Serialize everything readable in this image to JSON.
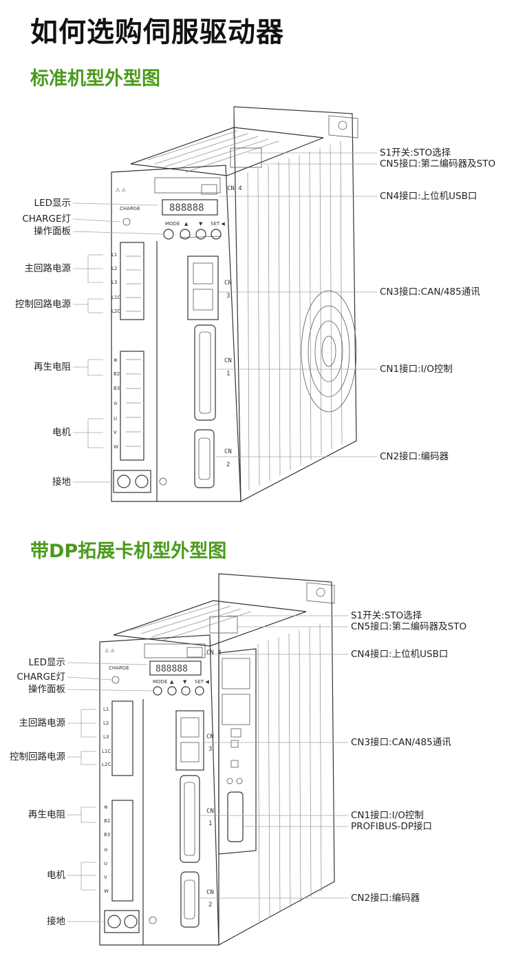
{
  "title": "如何选购伺服驱动器",
  "section1": {
    "heading": "标准机型外型图",
    "left_labels": [
      "LED显示",
      "CHARGE灯",
      "操作面板",
      "主回路电源",
      "控制回路电源",
      "再生电阻",
      "电机",
      "接地"
    ],
    "right_labels": [
      "S1开关:STO选择",
      "CN5接口:第二编码器及STO",
      "CN4接口:上位机USB口",
      "CN3接口:CAN/485通讯",
      "CN1接口:I/O控制",
      "CN2接口:编码器"
    ]
  },
  "section2": {
    "heading": "带DP拓展卡机型外型图",
    "left_labels": [
      "LED显示",
      "CHARGE灯",
      "操作面板",
      "主回路电源",
      "控制回路电源",
      "再生电阻",
      "电机",
      "接地"
    ],
    "right_labels": [
      "S1开关:STO选择",
      "CN5接口:第二编码器及STO",
      "CN4接口:上位机USB口",
      "CN3接口:CAN/485通讯",
      "CN1接口:I/O控制",
      "PROFIBUS-DP接口",
      "CN2接口:编码器"
    ]
  },
  "device": {
    "charge": "CHARGE",
    "mode": "MODE",
    "up": "▲",
    "down": "▼",
    "set": "SET ◀",
    "warn": "⚠ ⚠",
    "terminals_main": [
      "L1",
      "L2",
      "L3",
      "L1C",
      "L2C"
    ],
    "terminals_regen": [
      "⊕",
      "B2",
      "B3",
      "⊖",
      "U",
      "V",
      "W"
    ],
    "cn4": "CN 4",
    "cn3": "CN 3",
    "cn1": "CN 1",
    "cn2": "CN 2"
  }
}
